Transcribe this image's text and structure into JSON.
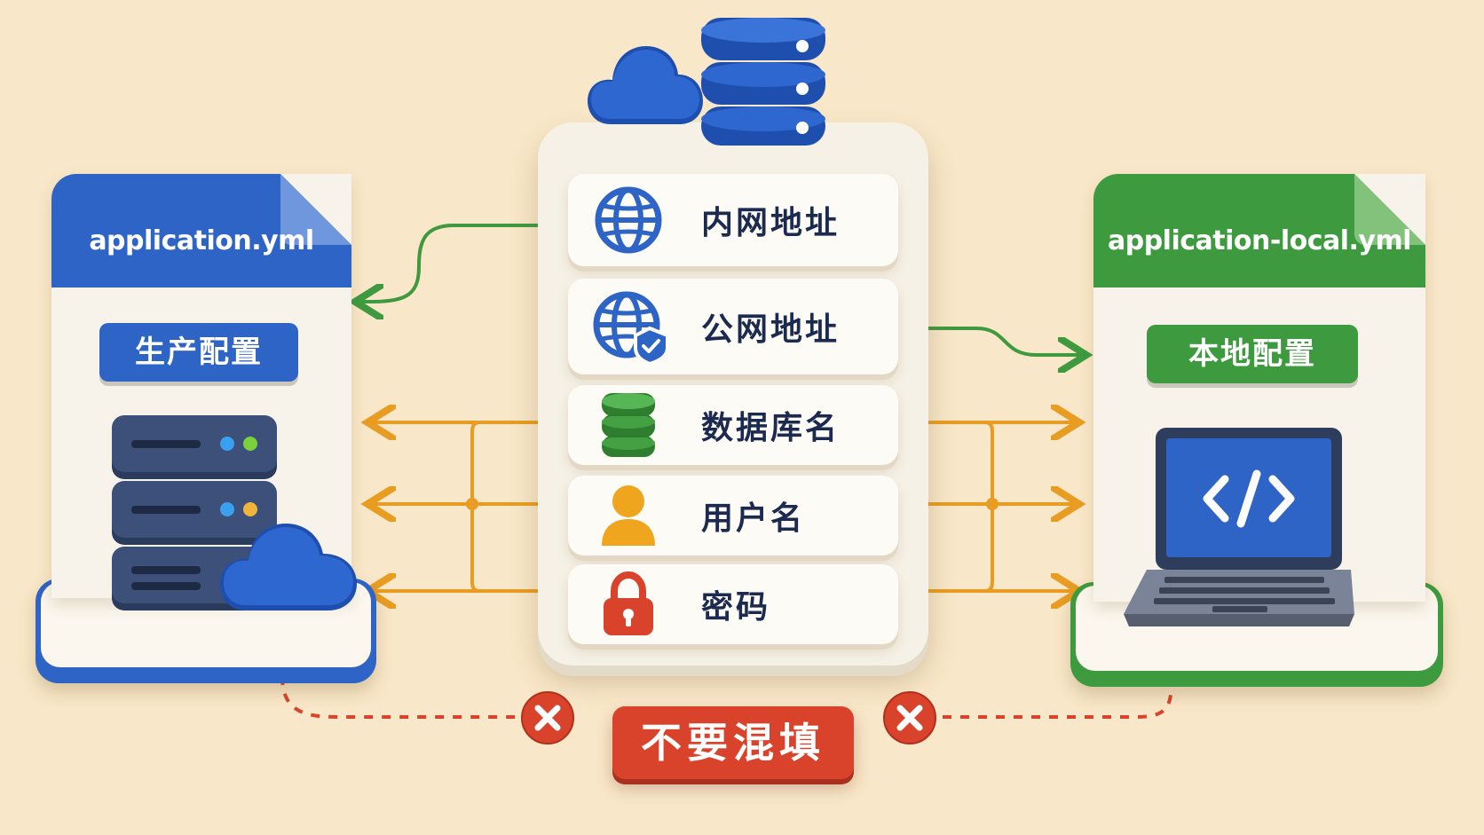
{
  "left_doc": {
    "filename": "application.yml",
    "tag": "生产配置",
    "accent": "#2e64c6",
    "icons": [
      "server-rack-icon",
      "cloud-icon"
    ]
  },
  "right_doc": {
    "filename": "application-local.yml",
    "tag": "本地配置",
    "accent": "#3e9a3e",
    "icons": [
      "laptop-code-icon"
    ]
  },
  "center": {
    "top_icons": [
      "cloud-icon",
      "database-icon"
    ],
    "fields": [
      {
        "label": "内网地址",
        "icon": "globe-icon",
        "maps_to": "left_doc"
      },
      {
        "label": "公网地址",
        "icon": "globe-badge-icon",
        "maps_to": "right_doc"
      },
      {
        "label": "数据库名",
        "icon": "database-stack-icon",
        "maps_to": "both"
      },
      {
        "label": "用户名",
        "icon": "user-icon",
        "maps_to": "both"
      },
      {
        "label": "密码",
        "icon": "lock-icon",
        "maps_to": "both"
      }
    ]
  },
  "warning": {
    "label": "不要混填",
    "color": "#d9432b"
  },
  "colors": {
    "background": "#f8e7c8",
    "green_connector": "#3f9a3f",
    "orange_connector": "#e89d22",
    "red_dashed": "#d9432b"
  }
}
